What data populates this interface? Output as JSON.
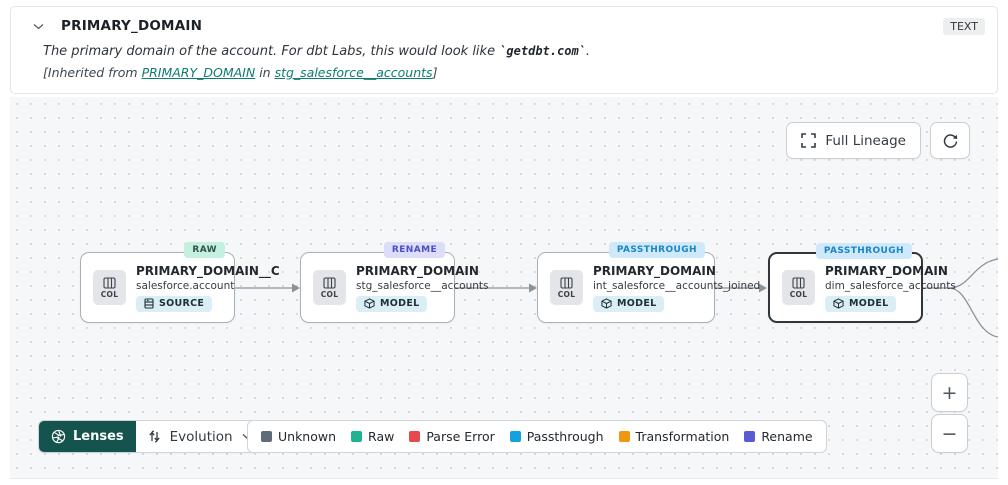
{
  "header": {
    "title": "PRIMARY_DOMAIN",
    "type_badge": "TEXT",
    "description_prefix": "The primary domain of the account. For dbt Labs, this would look like ",
    "description_code": "`getdbt.com`",
    "description_suffix": ".",
    "inherited_prefix": "[Inherited from ",
    "inherited_link_column": "PRIMARY_DOMAIN",
    "inherited_middle": " in ",
    "inherited_link_model": "stg_salesforce__accounts",
    "inherited_suffix": "]"
  },
  "toolbar": {
    "full_lineage_label": "Full Lineage"
  },
  "nodes": [
    {
      "badge": "RAW",
      "title": "PRIMARY_DOMAIN__C",
      "subtitle": "salesforce.account",
      "kind": "SOURCE",
      "col_label": "COL"
    },
    {
      "badge": "RENAME",
      "title": "PRIMARY_DOMAIN",
      "subtitle": "stg_salesforce__accounts",
      "kind": "MODEL",
      "col_label": "COL"
    },
    {
      "badge": "PASSTHROUGH",
      "title": "PRIMARY_DOMAIN",
      "subtitle": "int_salesforce__accounts_joined",
      "kind": "MODEL",
      "col_label": "COL"
    },
    {
      "badge": "PASSTHROUGH",
      "title": "PRIMARY_DOMAIN",
      "subtitle": "dim_salesforce_accounts",
      "kind": "MODEL",
      "col_label": "COL",
      "selected": true
    }
  ],
  "footer": {
    "lenses_label": "Lenses",
    "lens_selected": "Evolution",
    "legend": [
      {
        "label": "Unknown",
        "color": "#5f6b76"
      },
      {
        "label": "Raw",
        "color": "#1fb394"
      },
      {
        "label": "Parse Error",
        "color": "#e5484d"
      },
      {
        "label": "Passthrough",
        "color": "#12a2e0"
      },
      {
        "label": "Transformation",
        "color": "#f0960f"
      },
      {
        "label": "Rename",
        "color": "#5a5ad2"
      }
    ]
  },
  "zoom_controls": {
    "zoom_in": "+",
    "zoom_out": "−"
  },
  "colors": {
    "lenses_button_bg": "#15544e",
    "link_teal": "#0e7c6f",
    "badge_raw_bg": "#c3f0df",
    "badge_rename_bg": "#dddcf9",
    "badge_passthrough_bg": "#cfe9fa",
    "canvas_bg": "#f6f7f8"
  }
}
